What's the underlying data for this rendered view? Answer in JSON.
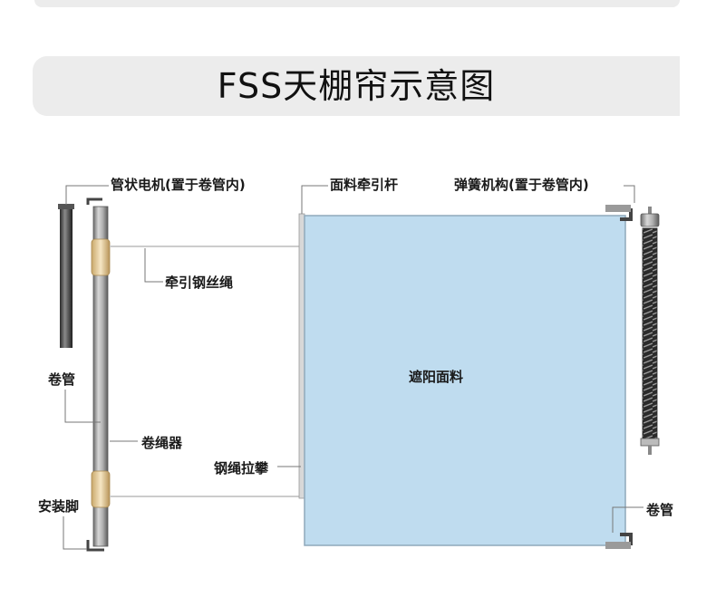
{
  "page": {
    "title": "FSS天棚帘示意图"
  },
  "diagram": {
    "labels": {
      "tubular_motor": "管状电机(置于卷管内)",
      "fabric_pull_rod": "面料牵引杆",
      "spring_mechanism": "弹簧机构(置于卷管内)",
      "traction_wire_rope": "牵引钢丝绳",
      "roller_tube_left": "卷管",
      "rope_winder": "卷绳器",
      "shading_fabric": "遮阳面料",
      "wire_rope_tensioner": "钢绳拉攀",
      "mounting_foot": "安装脚",
      "roller_tube_right": "卷管"
    },
    "colors": {
      "fabric": "#bfdcef",
      "fabric_border": "#8fa9bb",
      "metal": "#9a9a9a",
      "coupler": "#e8d2a4",
      "leader_line": "#777777",
      "title_bg": "#ececec"
    }
  }
}
